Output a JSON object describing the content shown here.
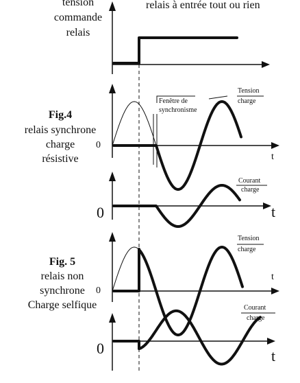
{
  "header": {
    "left_line1": "tension",
    "left_line2": "commande",
    "left_line3": "relais",
    "right": "relais à entrée tout ou rien"
  },
  "fig4": {
    "title": "Fig.4",
    "line1": "relais synchrone",
    "line2": "charge",
    "line3": "résistive",
    "window_line1": "Fenêtre de",
    "window_line2": "synchronisme",
    "tension_line1": "Tension",
    "tension_line2": "charge",
    "courant_line1": "Courant",
    "courant_line2": "charge",
    "zero_voltage": "0",
    "t_voltage": "t",
    "zero_current": "0",
    "t_current": "t"
  },
  "fig5": {
    "title": "Fig. 5",
    "line1": "relais non",
    "line2": "synchrone",
    "line3": "Charge selfique",
    "tension_line1": "Tension",
    "tension_line2": "charge",
    "courant_line1": "Courant",
    "courant_line2": "charge",
    "zero_voltage": "0",
    "t_voltage": "t",
    "zero_current": "0",
    "t_current": "t"
  }
}
